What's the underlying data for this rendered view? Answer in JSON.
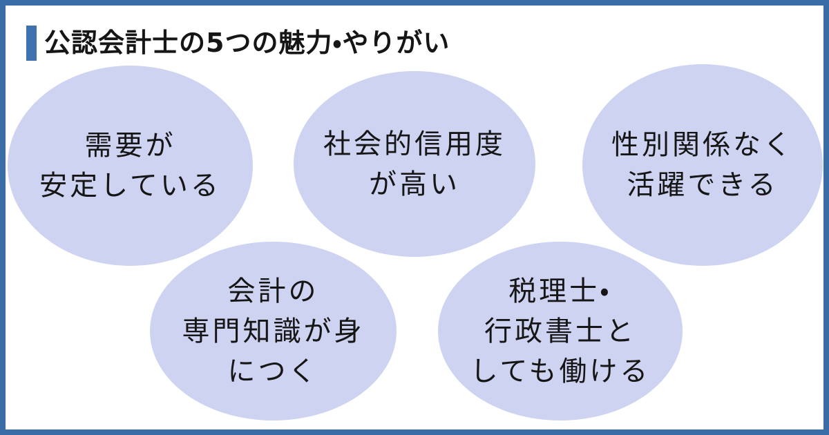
{
  "header": {
    "title": "公認会計士の5つの魅力・やりがい"
  },
  "bubbles": [
    {
      "label": "需要が安定している",
      "lines": [
        "需要が",
        "安定している"
      ]
    },
    {
      "label": "社会的信用度が高い",
      "lines": [
        "社会的信用度",
        "が高い"
      ]
    },
    {
      "label": "性別関係なく活躍できる",
      "lines": [
        "性別関係なく",
        "活躍できる"
      ]
    },
    {
      "label": "会計の専門知識が身につく",
      "lines": [
        "会計の",
        "専門知識が身",
        "につく"
      ]
    },
    {
      "label": "税理士・行政書士としても働ける",
      "lines": [
        "税理士・",
        "行政書士と",
        "しても働ける"
      ]
    }
  ],
  "colors": {
    "background": "#ffffff",
    "frame_border": "#3a6ca6",
    "title_accent": "#3d72af",
    "bubble_fill": "#cdd3f1",
    "text": "#161616"
  }
}
